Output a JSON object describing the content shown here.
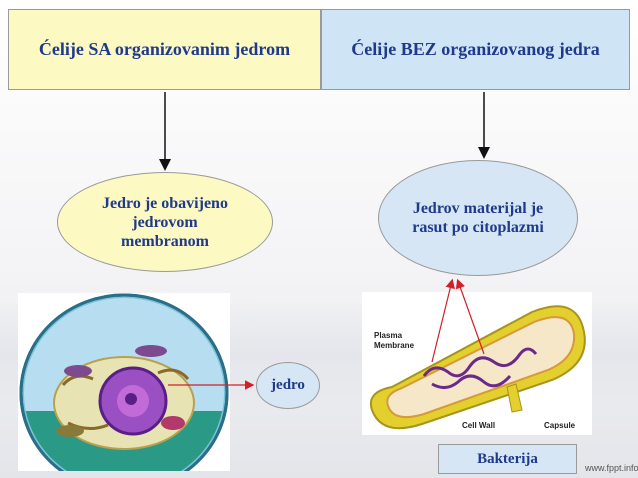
{
  "header": {
    "left_title": "Ćelije SA organizovanim jedrom",
    "right_title": "Ćelije BEZ organizovanog jedra"
  },
  "left_bubble": {
    "text": "Jedro je obavijeno\njedrovom\nmembranom"
  },
  "right_bubble": {
    "text": "Jedrov materijal je\nrasut po citoplazmi"
  },
  "nucleus_bubble": {
    "text": "jedro"
  },
  "bacteria": {
    "caption": "Bakterija",
    "labels": {
      "plasma_membrane": "Plasma\nMembrane",
      "cell_wall": "Cell Wall",
      "capsule": "Capsule"
    }
  },
  "footer": "www.fppt.info",
  "colors": {
    "text": "#1f3a8c",
    "left_fill": "#fcf9c2",
    "right_fill": "#cfe4f5",
    "arrow_red": "#d0202a"
  }
}
